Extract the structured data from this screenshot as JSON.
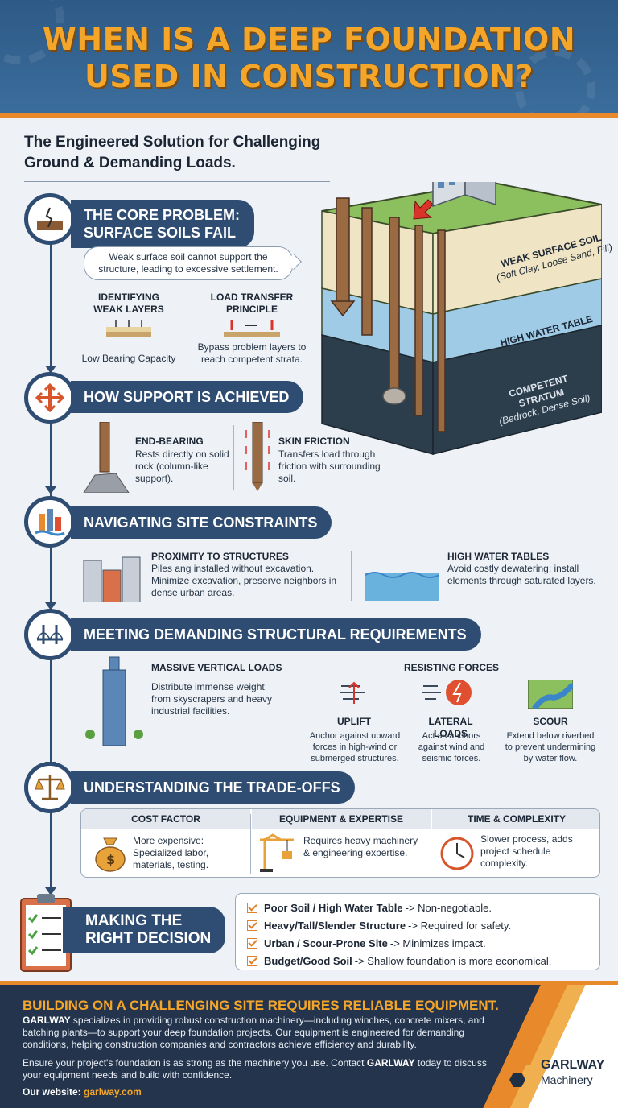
{
  "header": {
    "title_line1": "WHEN IS A DEEP FOUNDATION",
    "title_line2": "USED IN CONSTRUCTION?"
  },
  "subtitle": {
    "line1": "The Engineered Solution for Challenging",
    "line2": "Ground & Demanding Loads."
  },
  "diagram": {
    "weak_soil": "WEAK SURFACE SOIL",
    "weak_soil_sub": "(Soft Clay, Loose Sand, Fill)",
    "water_table": "HIGH WATER TABLE",
    "competent": "COMPETENT STRATUM",
    "competent_sub": "(Bedrock, Dense Soil)"
  },
  "core_problem": {
    "title_line1": "THE CORE PROBLEM:",
    "title_line2": "SURFACE SOILS FAIL",
    "bubble": "Weak surface soil cannot support the structure, leading to excessive settlement.",
    "identifying_line1": "IDENTIFYING",
    "identifying_line2": "WEAK LAYERS",
    "identifying_text": "Low Bearing Capacity",
    "transfer_line1": "LOAD TRANSFER",
    "transfer_line2": "PRINCIPLE",
    "transfer_text_line1": "Bypass problem layers to",
    "transfer_text_line2": "reach competent strata."
  },
  "support": {
    "title": "HOW SUPPORT IS ACHIEVED",
    "end_title": "END-BEARING",
    "end_text": "Rests directly on solid rock (column-like support).",
    "skin_title": "SKIN FRICTION",
    "skin_text": "Transfers load through friction with surrounding soil."
  },
  "site": {
    "title": "NAVIGATING SITE CONSTRAINTS",
    "prox_title": "PROXIMITY TO STRUCTURES",
    "prox_text": "Piles ang installed without excavation. Minimize excavation, preserve neighbors in dense urban areas.",
    "water_title": "HIGH WATER TABLES",
    "water_text": "Avoid costly dewatering; install elements through saturated layers."
  },
  "structural": {
    "title": "MEETING DEMANDING STRUCTURAL REQUIREMENTS",
    "vertical_title": "MASSIVE VERTICAL LOADS",
    "vertical_text": "Distribute immense weight from skyscrapers and heavy industrial facilities.",
    "resisting_title": "RESISTING FORCES",
    "uplift_title": "UPLIFT",
    "uplift_text": "Anchor against upward forces in high-wind or submerged structures.",
    "lateral_title": "LATERAL LOADS",
    "lateral_text": "Act as anchors against wind and seismic forces.",
    "scour_title": "SCOUR",
    "scour_text": "Extend below riverbed to prevent undermining by water flow."
  },
  "tradeoffs": {
    "title": "UNDERSTANDING THE TRADE-OFFS",
    "cost_title": "COST FACTOR",
    "cost_text": "More expensive: Specialized labor, materials, testing.",
    "equip_title": "EQUIPMENT & EXPERTISE",
    "equip_text": "Requires heavy machinery & engineering expertise.",
    "time_title": "TIME & COMPLEXITY",
    "time_text": "Slower process, adds project schedule complexity."
  },
  "decision": {
    "title_line1": "MAKING THE",
    "title_line2": "RIGHT DECISION",
    "rows": [
      {
        "bold": "Poor Soil / High Water Table",
        "rest": "-> Non-negotiable."
      },
      {
        "bold": "Heavy/Tall/Slender Structure",
        "rest": "-> Required for safety."
      },
      {
        "bold": "Urban / Scour-Prone Site",
        "rest": "-> Minimizes impact."
      },
      {
        "bold": "Budget/Good Soil",
        "rest": "-> Shallow foundation is more economical."
      }
    ]
  },
  "footer": {
    "headline": "BUILDING ON A CHALLENGING SITE REQUIRES RELIABLE EQUIPMENT.",
    "brand": "GARLWAY",
    "p1": "specializes in providing robust construction machinery—including winches, concrete mixers, and batching plants—to support your deep foundation projects. Our equipment is engineered for demanding conditions, helping construction companies and contractors achieve efficiency and durability.",
    "p2a": "Ensure your project's foundation is as strong as the machinery you use. Contact",
    "p2b": "today to discuss your equipment needs and build with confidence.",
    "website_label": "Our website:",
    "website": "garlway.com",
    "logo_line1": "GARLWAY",
    "logo_line2": "Machinery"
  },
  "colors": {
    "navy": "#2f4d72",
    "orange": "#e88a2c",
    "title_gold": "#f4a62a",
    "footer_bg": "#23344c"
  }
}
